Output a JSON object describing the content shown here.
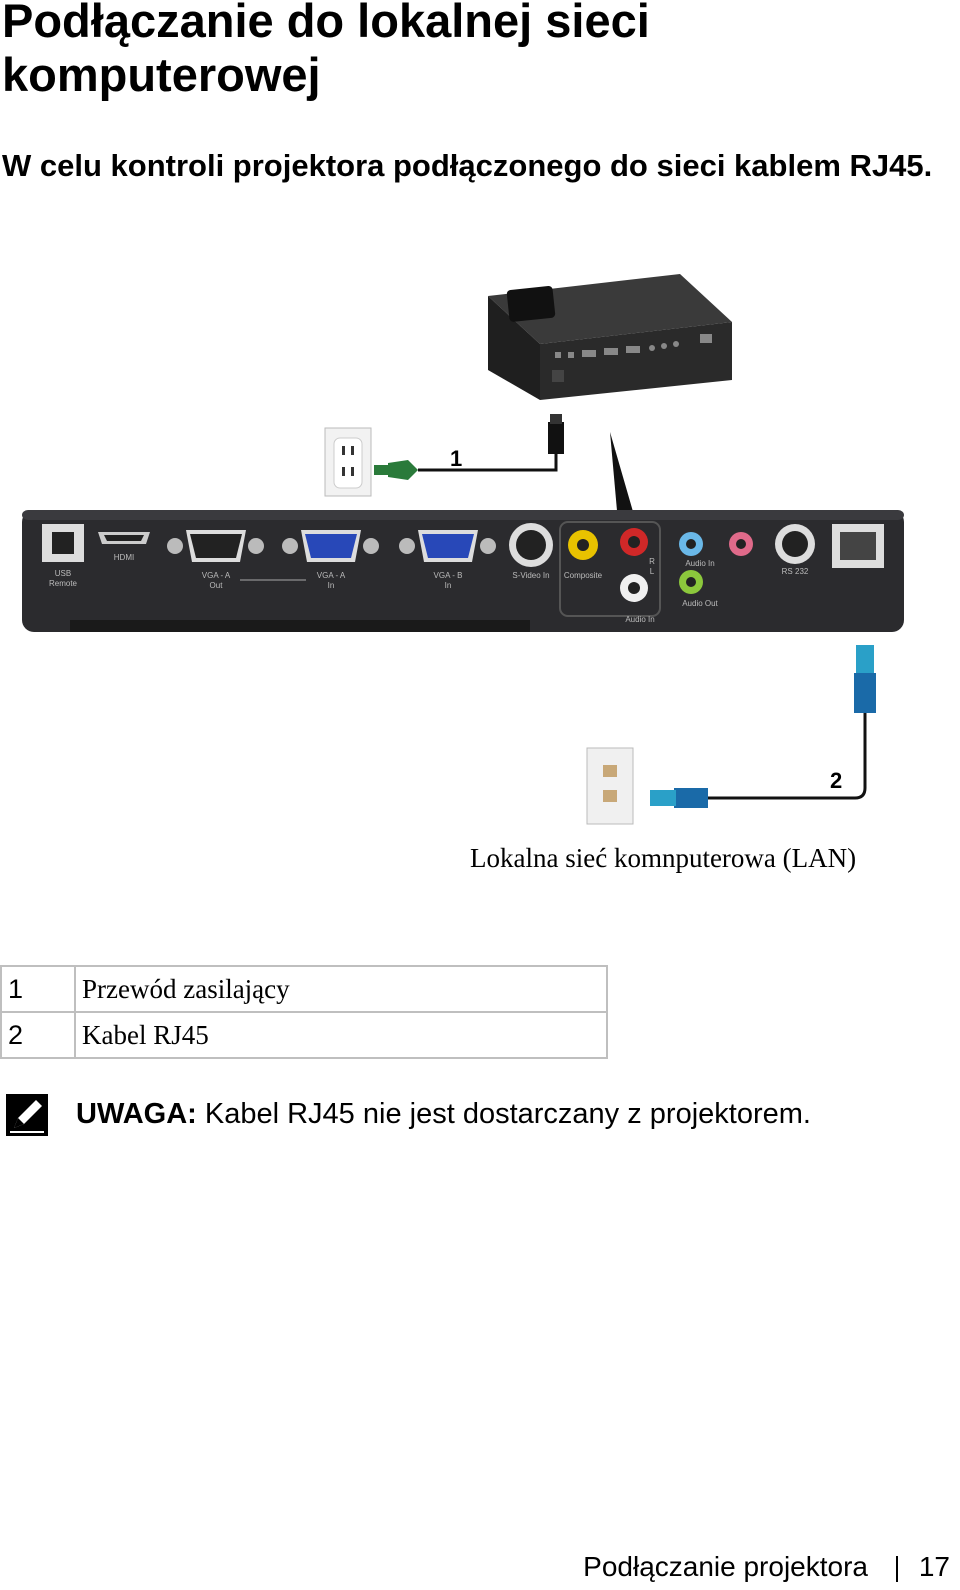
{
  "page": {
    "title": "Podłączanie do lokalnej sieci komputerowej",
    "intro": "W celu kontroli projektora podłączonego do sieci kablem RJ45."
  },
  "figure": {
    "callout_1": "1",
    "callout_2": "2",
    "caption": "Lokalna sieć komnputerowa (LAN)",
    "port_labels": {
      "usb": "USB",
      "usb2": "Remote",
      "hdmi": "HDMI",
      "vga_out": "VGA - A",
      "vga_out2": "Out",
      "vga_a_in": "VGA - A",
      "vga_a_in2": "In",
      "vga_b_in": "VGA - B",
      "vga_b_in2": "In",
      "svideo": "S-Video In",
      "composite": "Composite",
      "audio_in": "Audio In",
      "audio_in_small": "Audio In",
      "audio_out": "Audio Out",
      "rs232": "RS 232",
      "r": "R",
      "l": "L"
    }
  },
  "legend": [
    {
      "num": "1",
      "label": "Przewód zasilający"
    },
    {
      "num": "2",
      "label": "Kabel RJ45"
    }
  ],
  "note": {
    "label": "UWAGA:",
    "text": " Kabel RJ45 nie jest dostarczany z projektorem."
  },
  "footer": {
    "section": "Podłączanie projektora",
    "page_number": "17"
  }
}
